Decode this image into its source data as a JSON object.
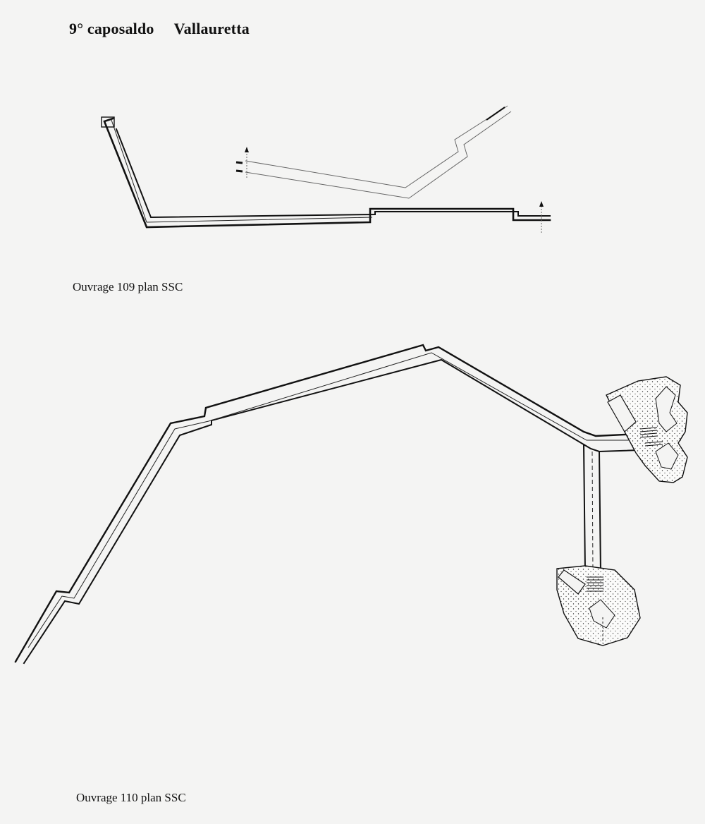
{
  "header": {
    "number": "9° caposaldo",
    "place": "Vallauretta"
  },
  "plans": [
    {
      "caption": "Ouvrage 109  plan SSC"
    },
    {
      "caption": "Ouvrage 110 plan SSC"
    }
  ]
}
